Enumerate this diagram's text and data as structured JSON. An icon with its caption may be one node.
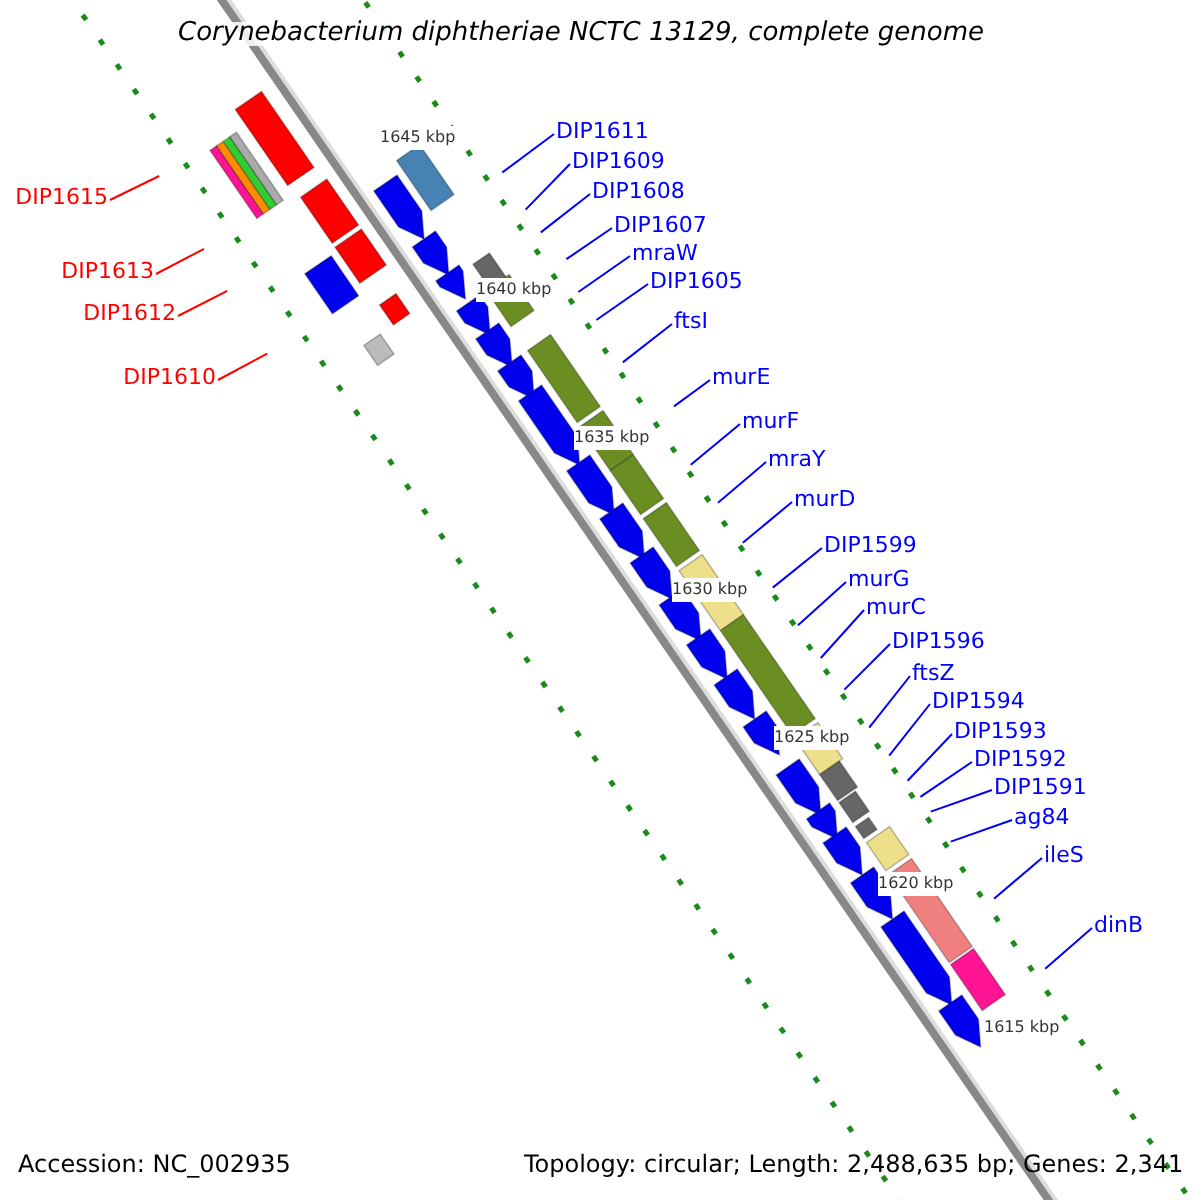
{
  "diagram": {
    "title": "Corynebacterium diphtheriae NCTC 13129, complete genome",
    "nodes": [
      {
        "text": [
          "DIP1615"
        ]
      },
      {
        "text": [
          "DIP1613"
        ]
      },
      {
        "text": [
          "DIP1612"
        ]
      },
      {
        "text": [
          "DIP1610"
        ]
      },
      {
        "text": [
          "DIP1611"
        ]
      },
      {
        "text": [
          "DIP1609"
        ]
      },
      {
        "text": [
          "DIP1608"
        ]
      },
      {
        "text": [
          "DIP1607"
        ]
      },
      {
        "text": [
          "mraW"
        ]
      },
      {
        "text": [
          "DIP1605"
        ]
      },
      {
        "text": [
          "ftsI"
        ]
      },
      {
        "text": [
          "murE"
        ]
      },
      {
        "text": [
          "murF"
        ]
      },
      {
        "text": [
          "mraY"
        ]
      },
      {
        "text": [
          "murD"
        ]
      },
      {
        "text": [
          "DIP1599"
        ]
      },
      {
        "text": [
          "murG"
        ]
      },
      {
        "text": [
          "murC"
        ]
      },
      {
        "text": [
          "DIP1596"
        ]
      },
      {
        "text": [
          "ftsZ"
        ]
      },
      {
        "text": [
          "DIP1594"
        ]
      },
      {
        "text": [
          "DIP1593"
        ]
      },
      {
        "text": [
          "DIP1592"
        ]
      },
      {
        "text": [
          "DIP1591"
        ]
      },
      {
        "text": [
          "ag84"
        ]
      },
      {
        "text": [
          "ileS"
        ]
      },
      {
        "text": [
          "dinB"
        ]
      }
    ],
    "edges": [
      {
        "from": 0,
        "to": null,
        "arrow": "none",
        "color": "#ff0000"
      },
      {
        "from": 1,
        "to": null,
        "arrow": "none",
        "color": "#ff0000"
      },
      {
        "from": 2,
        "to": null,
        "arrow": "none",
        "color": "#ff0000"
      },
      {
        "from": 3,
        "to": null,
        "arrow": "none",
        "color": "#ff0000"
      },
      {
        "from": 4,
        "to": null,
        "arrow": "none"
      },
      {
        "from": 5,
        "to": null,
        "arrow": "none"
      },
      {
        "from": 6,
        "to": null,
        "arrow": "none"
      },
      {
        "from": 7,
        "to": null,
        "arrow": "none"
      },
      {
        "from": 8,
        "to": null,
        "arrow": "none"
      },
      {
        "from": 9,
        "to": null,
        "arrow": "none"
      },
      {
        "from": 10,
        "to": null,
        "arrow": "none"
      },
      {
        "from": 11,
        "to": null,
        "arrow": "none"
      },
      {
        "from": 12,
        "to": null,
        "arrow": "none"
      },
      {
        "from": 13,
        "to": null,
        "arrow": "none"
      },
      {
        "from": 14,
        "to": null,
        "arrow": "none"
      },
      {
        "from": 15,
        "to": null,
        "arrow": "none"
      },
      {
        "from": 16,
        "to": null,
        "arrow": "none"
      },
      {
        "from": 17,
        "to": null,
        "arrow": "none"
      },
      {
        "from": 18,
        "to": null,
        "arrow": "none"
      },
      {
        "from": 19,
        "to": null,
        "arrow": "none"
      },
      {
        "from": 20,
        "to": null,
        "arrow": "none"
      },
      {
        "from": 21,
        "to": null,
        "arrow": "none"
      },
      {
        "from": 22,
        "to": null,
        "arrow": "none"
      },
      {
        "from": 23,
        "to": null,
        "arrow": "none"
      },
      {
        "from": 24,
        "to": null,
        "arrow": "none"
      },
      {
        "from": 25,
        "to": null,
        "arrow": "none"
      },
      {
        "from": 26,
        "to": null,
        "arrow": "none"
      }
    ],
    "labels": [
      "1645 kbp",
      "1640 kbp",
      "1635 kbp",
      "1630 kbp",
      "1625 kbp",
      "1620 kbp",
      "1615 kbp",
      "Accession: NC_002935",
      "Topology: circular; Length: 2,488,635 bp; Genes: 2,341"
    ]
  }
}
